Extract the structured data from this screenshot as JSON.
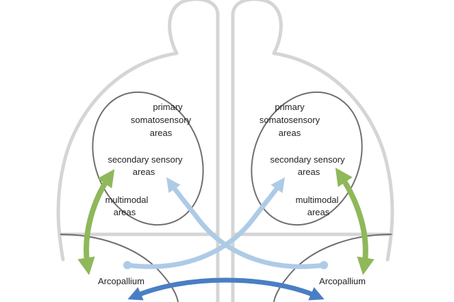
{
  "left": {
    "region_lines": [
      "primary",
      "somatosensory",
      "areas"
    ],
    "secondary_lines": [
      "secondary sensory",
      "areas"
    ],
    "multimodal_lines": [
      "multimodal",
      "areas"
    ],
    "arcopallium": "Arcopallium"
  },
  "right": {
    "region_lines": [
      "primary",
      "somatosensory",
      "areas"
    ],
    "secondary_lines": [
      "secondary sensory",
      "areas"
    ],
    "multimodal_lines": [
      "multimodal",
      "areas"
    ],
    "arcopallium": "Arcopallium"
  },
  "colors": {
    "outline_light": "#d5d5d5",
    "outline_dark": "#6e6e6e",
    "green_arrow": "#8fb85a",
    "light_blue_arrow": "#aecbe6",
    "dark_blue_arrow": "#4a7ec4"
  }
}
